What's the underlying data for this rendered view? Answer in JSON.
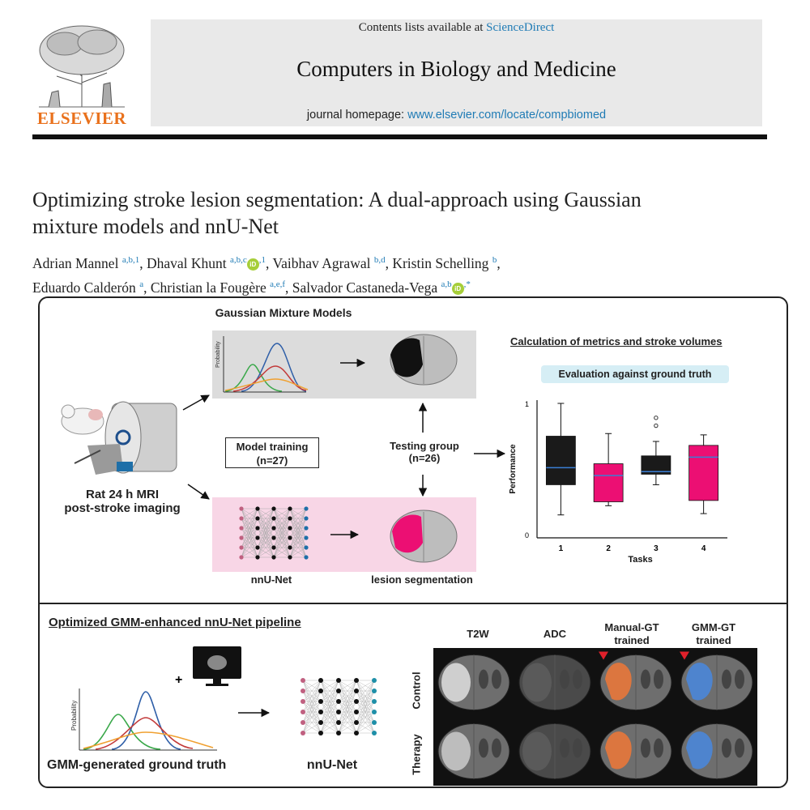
{
  "header": {
    "contents_prefix": "Contents lists available at ",
    "contents_link": "ScienceDirect",
    "journal_title": "Computers in Biology and Medicine",
    "homepage_prefix": "journal homepage: ",
    "homepage_link": "www.elsevier.com/locate/compbiomed",
    "publisher": "ELSEVIER"
  },
  "article": {
    "title_line1": "Optimizing stroke lesion segmentation: A dual-approach using Gaussian",
    "title_line2": "mixture models and nnU-Net"
  },
  "authors": [
    {
      "name": "Adrian Mannel",
      "aff": "a,b,1",
      "orcid": false,
      "sep": ", "
    },
    {
      "name": "Dhaval Khunt",
      "aff": "a,b,c",
      "orcid": true,
      "post": ",1",
      "sep": ", "
    },
    {
      "name": "Vaibhav Agrawal",
      "aff": "b,d",
      "orcid": false,
      "sep": ", "
    },
    {
      "name": "Kristin Schelling",
      "aff": "b",
      "orcid": false,
      "sep": ","
    },
    {
      "name": "Eduardo Calderón",
      "aff": "a",
      "orcid": false,
      "sep": ", "
    },
    {
      "name": "Christian la Fougère",
      "aff": "a,e,f",
      "orcid": false,
      "sep": ", "
    },
    {
      "name": "Salvador Castaneda-Vega",
      "aff": "a,b",
      "orcid": true,
      "post": ",*",
      "sep": ""
    }
  ],
  "graphical_abstract": {
    "gmm_heading": "Gaussian Mixture Models",
    "probability_label": "Probability",
    "model_training_l1": "Model training",
    "model_training_l2": "(n=27)",
    "testing_l1": "Testing group",
    "testing_l2": "(n=26)",
    "rat_l1": "Rat 24 h MRI",
    "rat_l2": "post-stroke imaging",
    "nnunet": "nnU-Net",
    "lesion_segmentation": "lesion segmentation",
    "metrics_heading": "Calculation of metrics and stroke volumes",
    "eval_badge": "Evaluation against ground truth",
    "pipeline_heading": "Optimized GMM-enhanced nnU-Net pipeline",
    "plus": "+",
    "gt_caption": "GMM-generated ground truth",
    "columns": [
      "T2W",
      "ADC",
      "Manual-GT\ntrained",
      "GMM-GT\ntrained"
    ],
    "col_t2w": "T2W",
    "col_adc": "ADC",
    "col_manual_l1": "Manual-GT",
    "col_manual_l2": "trained",
    "col_gmm_l1": "GMM-GT",
    "col_gmm_l2": "trained",
    "row_control": "Control",
    "row_therapy": "Therapy"
  },
  "colors": {
    "black_box": "#1a1a1a",
    "pink_box": "#ec0f73",
    "median_line": "#3a7fd5",
    "link_blue": "#1f7bb5",
    "elsevier_orange": "#e9711c",
    "orcid_green": "#a6ce39",
    "gmm_green": "#3aa84a",
    "gmm_blue": "#2f5fa8",
    "gmm_red": "#c23a3a",
    "gmm_orange": "#f0a030",
    "lesion_orange": "#e8773a",
    "lesion_blue": "#4a86d8"
  },
  "chart_data": {
    "type": "box",
    "title": "",
    "xlabel": "Tasks",
    "ylabel": "Performance",
    "categories": [
      "1",
      "2",
      "3",
      "4"
    ],
    "y_ticks": [
      "0",
      "1"
    ],
    "ylim": [
      0,
      1
    ],
    "boxes": [
      {
        "category": "1",
        "min": 0.15,
        "q1": 0.38,
        "median": 0.51,
        "q3": 0.75,
        "max": 1.0,
        "outliers": [],
        "color": "#1a1a1a"
      },
      {
        "category": "2",
        "min": 0.22,
        "q1": 0.25,
        "median": 0.45,
        "q3": 0.54,
        "max": 0.77,
        "outliers": [],
        "color": "#ec0f73"
      },
      {
        "category": "3",
        "min": 0.38,
        "q1": 0.46,
        "median": 0.48,
        "q3": 0.6,
        "max": 0.71,
        "outliers": [
          0.83,
          0.89
        ],
        "color": "#1a1a1a"
      },
      {
        "category": "4",
        "min": 0.16,
        "q1": 0.26,
        "median": 0.59,
        "q3": 0.68,
        "max": 0.76,
        "outliers": [],
        "color": "#ec0f73"
      }
    ]
  }
}
